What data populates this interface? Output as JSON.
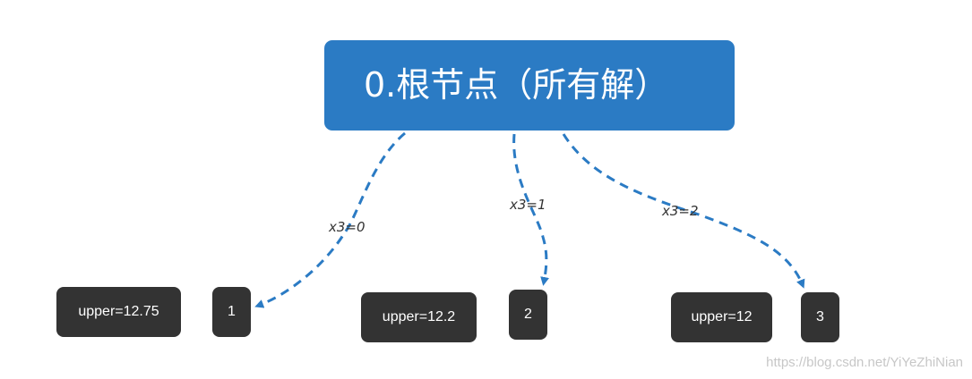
{
  "root": {
    "label": "0.根节点（所有解）"
  },
  "children": [
    {
      "id": "1",
      "bound": "upper=12.75",
      "edge_label": "x3=0"
    },
    {
      "id": "2",
      "bound": "upper=12.2",
      "edge_label": "x3=1"
    },
    {
      "id": "3",
      "bound": "upper=12",
      "edge_label": "x3=2"
    }
  ],
  "colors": {
    "root_fill": "#2b7bc4",
    "node_fill": "#333333",
    "edge_stroke": "#2b7bc4"
  },
  "watermark": "https://blog.csdn.net/YiYeZhiNian"
}
